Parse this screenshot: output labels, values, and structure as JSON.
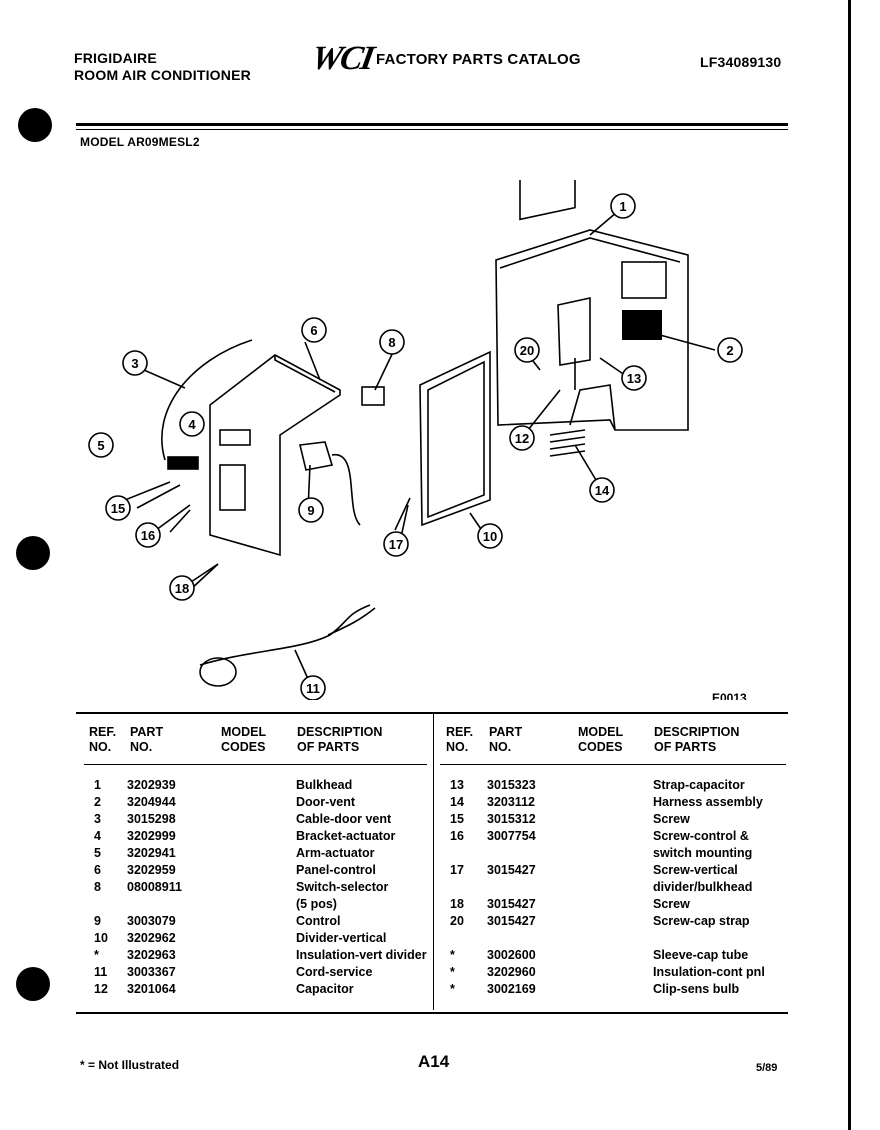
{
  "header": {
    "brand": "FRIGIDAIRE",
    "product": "ROOM AIR CONDITIONER",
    "logo_text": "WCI",
    "catalog_title": "FACTORY PARTS CATALOG",
    "catalog_number": "LF34089130",
    "model_line": "MODEL AR09MESL2"
  },
  "diagram": {
    "callouts": [
      "1",
      "2",
      "3",
      "4",
      "5",
      "6",
      "8",
      "9",
      "10",
      "11",
      "12",
      "13",
      "14",
      "15",
      "16",
      "17",
      "18",
      "20"
    ],
    "code": "E0013"
  },
  "table": {
    "headers": {
      "ref": [
        "REF.",
        "NO."
      ],
      "part": [
        "PART",
        "NO."
      ],
      "model": [
        "MODEL",
        "CODES"
      ],
      "desc": [
        "DESCRIPTION",
        "OF PARTS"
      ]
    },
    "left_rows": [
      {
        "ref": "1",
        "part": "3202939",
        "desc": "Bulkhead"
      },
      {
        "ref": "2",
        "part": "3204944",
        "desc": "Door-vent"
      },
      {
        "ref": "3",
        "part": "3015298",
        "desc": "Cable-door vent"
      },
      {
        "ref": "4",
        "part": "3202999",
        "desc": "Bracket-actuator"
      },
      {
        "ref": "5",
        "part": "3202941",
        "desc": "Arm-actuator"
      },
      {
        "ref": "6",
        "part": "3202959",
        "desc": "Panel-control"
      },
      {
        "ref": "8",
        "part": "08008911",
        "desc": "Switch-selector"
      },
      {
        "ref": "",
        "part": "",
        "desc": "(5 pos)"
      },
      {
        "ref": "9",
        "part": "3003079",
        "desc": "Control"
      },
      {
        "ref": "10",
        "part": "3202962",
        "desc": "Divider-vertical"
      },
      {
        "ref": "*",
        "part": "3202963",
        "desc": "Insulation-vert divider"
      },
      {
        "ref": "11",
        "part": "3003367",
        "desc": "Cord-service"
      },
      {
        "ref": "12",
        "part": "3201064",
        "desc": "Capacitor"
      }
    ],
    "right_rows": [
      {
        "ref": "13",
        "part": "3015323",
        "desc": "Strap-capacitor"
      },
      {
        "ref": "14",
        "part": "3203112",
        "desc": "Harness assembly"
      },
      {
        "ref": "15",
        "part": "3015312",
        "desc": "Screw"
      },
      {
        "ref": "16",
        "part": "3007754",
        "desc": "Screw-control &"
      },
      {
        "ref": "",
        "part": "",
        "desc": "switch mounting"
      },
      {
        "ref": "17",
        "part": "3015427",
        "desc": "Screw-vertical"
      },
      {
        "ref": "",
        "part": "",
        "desc": "divider/bulkhead"
      },
      {
        "ref": "18",
        "part": "3015427",
        "desc": "Screw"
      },
      {
        "ref": "20",
        "part": "3015427",
        "desc": "Screw-cap strap"
      },
      {
        "ref": "",
        "part": "",
        "desc": ""
      },
      {
        "ref": "*",
        "part": "3002600",
        "desc": "Sleeve-cap tube"
      },
      {
        "ref": "*",
        "part": "3202960",
        "desc": "Insulation-cont pnl"
      },
      {
        "ref": "*",
        "part": "3002169",
        "desc": "Clip-sens bulb"
      }
    ]
  },
  "footer": {
    "note": "* = Not Illustrated",
    "page": "A14",
    "date": "5/89"
  }
}
